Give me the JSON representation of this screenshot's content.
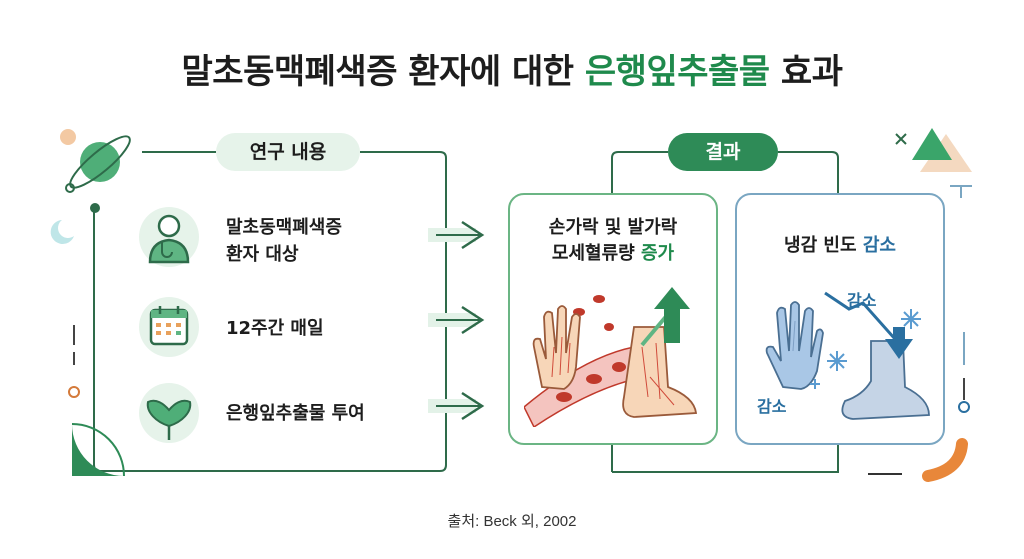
{
  "title": {
    "prefix": "말초동맥폐색증 환자에 대한 ",
    "highlight": "은행잎추출물",
    "suffix": " 효과"
  },
  "study": {
    "label": "연구 내용",
    "items": [
      {
        "line1": "말초동맥폐색증",
        "line2": "환자 대상",
        "icon": "doctor-icon"
      },
      {
        "line1": "12주간 매일",
        "line2": "",
        "icon": "calendar-icon"
      },
      {
        "line1": "은행잎추출물 투여",
        "line2": "",
        "icon": "ginkgo-leaf-icon"
      }
    ]
  },
  "results": {
    "label": "결과",
    "cards": [
      {
        "line1": "손가락 및 발가락",
        "line2_prefix": "모세혈류량 ",
        "line2_highlight": "증가",
        "icon": "blood-flow-hand-foot-icon"
      },
      {
        "line1_prefix": "냉감 빈도 ",
        "line1_highlight": "감소",
        "tag_top": "감소",
        "tag_bottom": "감소",
        "icon": "cold-hand-foot-icon"
      }
    ]
  },
  "source": "출처: Beck 외, 2002",
  "colors": {
    "accent_green": "#1f8a4c",
    "accent_blue": "#2a6fa0",
    "line_green": "#2e6b4a"
  }
}
